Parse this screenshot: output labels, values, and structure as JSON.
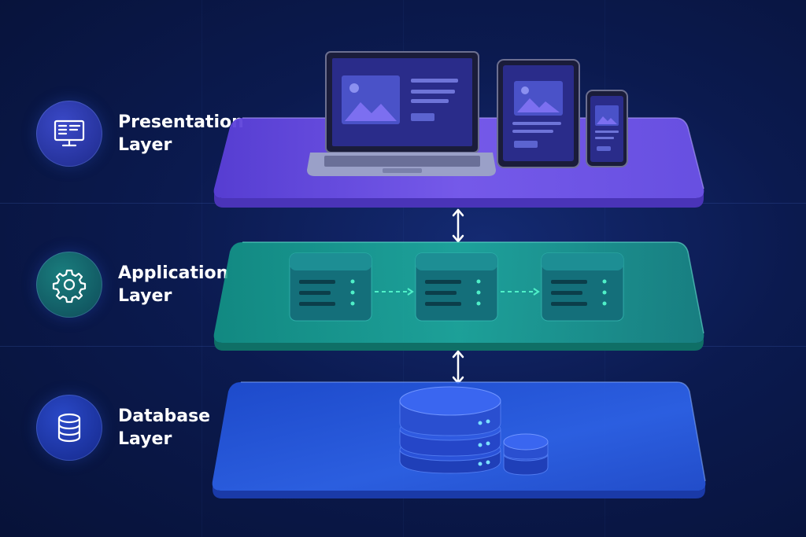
{
  "layers": [
    {
      "id": "presentation",
      "label": "Presentation\nLayer",
      "icon": "monitor-icon",
      "color": "#6b52e6"
    },
    {
      "id": "application",
      "label": "Application\nLayer",
      "icon": "gear-icon",
      "color": "#1f9f93"
    },
    {
      "id": "database",
      "label": "Database\nLayer",
      "icon": "database-icon",
      "color": "#2f5ff0"
    }
  ],
  "diagram": {
    "presentation_devices": [
      "laptop",
      "tablet",
      "phone"
    ],
    "application_servers": 3,
    "database_stacks": 2
  }
}
